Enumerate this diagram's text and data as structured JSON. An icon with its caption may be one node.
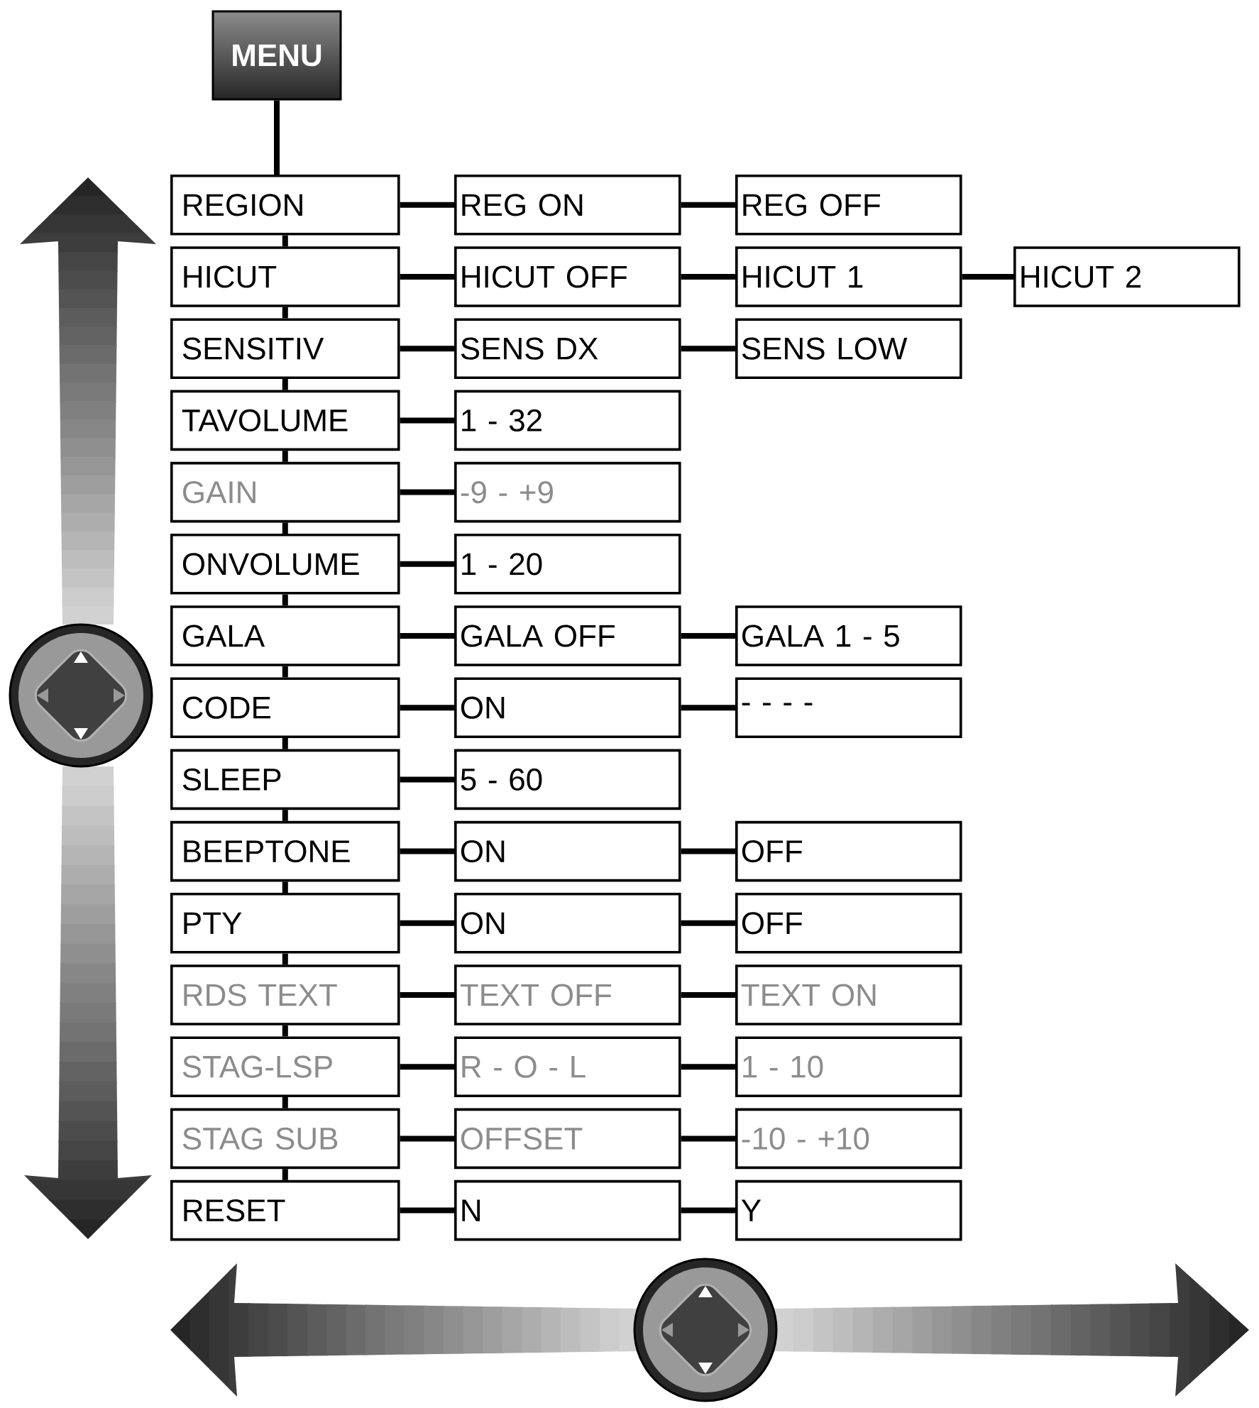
{
  "diagram": {
    "nodes": [
      {
        "text": [
          "MENU"
        ]
      },
      {
        "text": [
          "REGION"
        ]
      },
      {
        "text": [
          "REG ON"
        ]
      },
      {
        "text": [
          "REG OFF"
        ]
      },
      {
        "text": [
          "HICUT"
        ]
      },
      {
        "text": [
          "HICUT OFF"
        ]
      },
      {
        "text": [
          "HICUT 1"
        ]
      },
      {
        "text": [
          "HICUT 2"
        ]
      },
      {
        "text": [
          "SENSITIV"
        ]
      },
      {
        "text": [
          "SENS DX"
        ]
      },
      {
        "text": [
          "SENS LOW"
        ]
      },
      {
        "text": [
          "TAVOLUME"
        ]
      },
      {
        "text": [
          "1 - 32"
        ]
      },
      {
        "text": [
          "GAIN"
        ]
      },
      {
        "text": [
          "-9 - +9"
        ]
      },
      {
        "text": [
          "ONVOLUME"
        ]
      },
      {
        "text": [
          "1 - 20"
        ]
      },
      {
        "text": [
          "GALA"
        ]
      },
      {
        "text": [
          "GALA OFF"
        ]
      },
      {
        "text": [
          "GALA 1 - 5"
        ]
      },
      {
        "text": [
          "CODE"
        ]
      },
      {
        "text": [
          "ON"
        ]
      },
      {
        "text": [
          "- - - -"
        ]
      },
      {
        "text": [
          "SLEEP"
        ]
      },
      {
        "text": [
          "5 - 60"
        ]
      },
      {
        "text": [
          "BEEPTONE"
        ]
      },
      {
        "text": [
          "ON"
        ]
      },
      {
        "text": [
          "OFF"
        ]
      },
      {
        "text": [
          "PTY"
        ]
      },
      {
        "text": [
          "ON"
        ]
      },
      {
        "text": [
          "OFF"
        ]
      },
      {
        "text": [
          "RDS TEXT"
        ]
      },
      {
        "text": [
          "TEXT OFF"
        ]
      },
      {
        "text": [
          "TEXT ON"
        ]
      },
      {
        "text": [
          "STAG-LSP"
        ]
      },
      {
        "text": [
          "R - O - L"
        ]
      },
      {
        "text": [
          "1 - 10"
        ]
      },
      {
        "text": [
          "STAG SUB"
        ]
      },
      {
        "text": [
          "OFFSET"
        ]
      },
      {
        "text": [
          "-10 - +10"
        ]
      },
      {
        "text": [
          "RESET"
        ]
      },
      {
        "text": [
          "N"
        ]
      },
      {
        "text": [
          "Y"
        ]
      }
    ],
    "edges": [
      {
        "from": 0,
        "to": 1,
        "arrow": "none"
      },
      {
        "from": 1,
        "to": 4,
        "arrow": "none"
      },
      {
        "from": 4,
        "to": 8,
        "arrow": "none"
      },
      {
        "from": 8,
        "to": 11,
        "arrow": "none"
      },
      {
        "from": 11,
        "to": 13,
        "arrow": "none"
      },
      {
        "from": 13,
        "to": 15,
        "arrow": "none"
      },
      {
        "from": 15,
        "to": 17,
        "arrow": "none"
      },
      {
        "from": 17,
        "to": 20,
        "arrow": "none"
      },
      {
        "from": 20,
        "to": 23,
        "arrow": "none"
      },
      {
        "from": 23,
        "to": 25,
        "arrow": "none"
      },
      {
        "from": 25,
        "to": 28,
        "arrow": "none"
      },
      {
        "from": 28,
        "to": 31,
        "arrow": "none"
      },
      {
        "from": 31,
        "to": 34,
        "arrow": "none"
      },
      {
        "from": 34,
        "to": 37,
        "arrow": "none"
      },
      {
        "from": 37,
        "to": 40,
        "arrow": "none"
      },
      {
        "from": 1,
        "to": 2,
        "arrow": "none"
      },
      {
        "from": 2,
        "to": 3,
        "arrow": "none"
      },
      {
        "from": 4,
        "to": 5,
        "arrow": "none"
      },
      {
        "from": 5,
        "to": 6,
        "arrow": "none"
      },
      {
        "from": 6,
        "to": 7,
        "arrow": "none"
      },
      {
        "from": 8,
        "to": 9,
        "arrow": "none"
      },
      {
        "from": 9,
        "to": 10,
        "arrow": "none"
      },
      {
        "from": 11,
        "to": 12,
        "arrow": "none"
      },
      {
        "from": 13,
        "to": 14,
        "arrow": "none"
      },
      {
        "from": 15,
        "to": 16,
        "arrow": "none"
      },
      {
        "from": 17,
        "to": 18,
        "arrow": "none"
      },
      {
        "from": 18,
        "to": 19,
        "arrow": "none"
      },
      {
        "from": 20,
        "to": 21,
        "arrow": "none"
      },
      {
        "from": 21,
        "to": 22,
        "arrow": "none"
      },
      {
        "from": 23,
        "to": 24,
        "arrow": "none"
      },
      {
        "from": 25,
        "to": 26,
        "arrow": "none"
      },
      {
        "from": 26,
        "to": 27,
        "arrow": "none"
      },
      {
        "from": 28,
        "to": 29,
        "arrow": "none"
      },
      {
        "from": 29,
        "to": 30,
        "arrow": "none"
      },
      {
        "from": 31,
        "to": 32,
        "arrow": "none"
      },
      {
        "from": 32,
        "to": 33,
        "arrow": "none"
      },
      {
        "from": 34,
        "to": 35,
        "arrow": "none"
      },
      {
        "from": 35,
        "to": 36,
        "arrow": "none"
      },
      {
        "from": 37,
        "to": 38,
        "arrow": "none"
      },
      {
        "from": 38,
        "to": 39,
        "arrow": "none"
      },
      {
        "from": 40,
        "to": 41,
        "arrow": "none"
      },
      {
        "from": 41,
        "to": 42,
        "arrow": "none"
      }
    ]
  }
}
